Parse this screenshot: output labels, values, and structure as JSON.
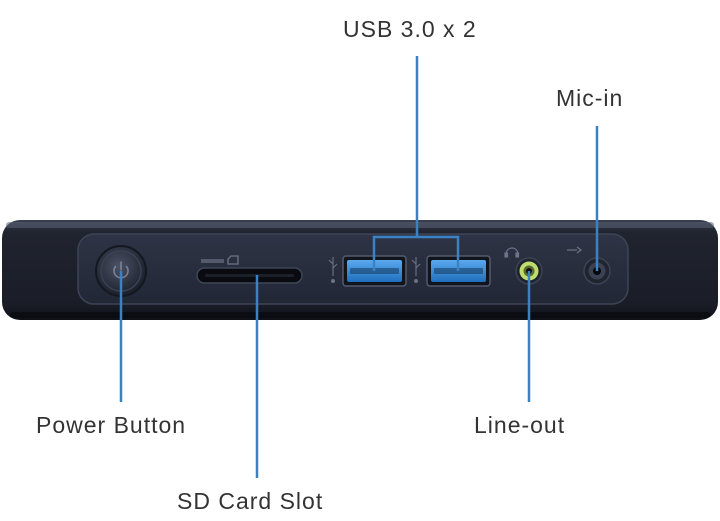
{
  "labels": {
    "usb": "USB 3.0 x 2",
    "mic": "Mic-in",
    "power": "Power Button",
    "lineout": "Line-out",
    "sd": "SD Card Slot"
  },
  "colors": {
    "leader": "#3b82c4",
    "body": "#1d2230",
    "panel": "#262c3b",
    "usb_port": "#2f86d8",
    "line_out_ring": "#b9d86a",
    "text": "#333333"
  },
  "icons": {
    "usb": "usb-icon",
    "sd": "sd-card-icon",
    "headphone": "headphone-icon",
    "mic": "microphone-icon"
  }
}
